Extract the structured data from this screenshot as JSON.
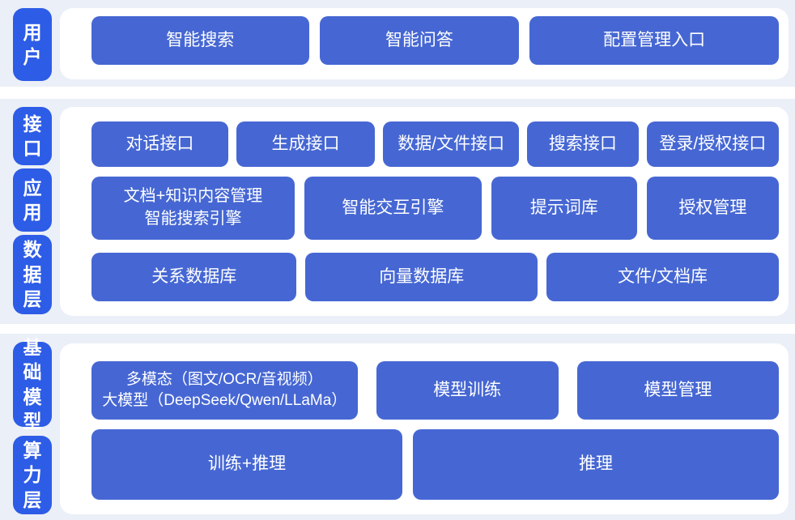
{
  "colors": {
    "page_background": "#ffffff",
    "layer_band": "#ebeff7",
    "inner_card": "#ffffff",
    "layer_pill_blue": "#2d5ce6",
    "block_blue": "#4667d3",
    "text": "#ffffff"
  },
  "sections": [
    {
      "name": "user-layer",
      "pills": [
        {
          "label": "用户"
        }
      ],
      "rows": [
        {
          "buttons": [
            {
              "label": "智能搜索"
            },
            {
              "label": "智能问答"
            },
            {
              "label": "配置管理入口"
            }
          ]
        }
      ]
    },
    {
      "name": "interface-application-data-layers",
      "pills": [
        {
          "label": "接口"
        },
        {
          "label": "应用"
        },
        {
          "label": "数据层"
        }
      ],
      "rows": [
        {
          "buttons": [
            {
              "label": "对话接口"
            },
            {
              "label": "生成接口"
            },
            {
              "label": "数据/文件接口"
            },
            {
              "label": "搜索接口"
            },
            {
              "label": "登录/授权接口"
            }
          ]
        },
        {
          "buttons": [
            {
              "label": "文档+知识内容管理\n智能搜索引擎"
            },
            {
              "label": "智能交互引擎"
            },
            {
              "label": "提示词库"
            },
            {
              "label": "授权管理"
            }
          ]
        },
        {
          "buttons": [
            {
              "label": "关系数据库"
            },
            {
              "label": "向量数据库"
            },
            {
              "label": "文件/文档库"
            }
          ]
        }
      ]
    },
    {
      "name": "foundation-model-compute-layers",
      "pills": [
        {
          "label": "基础模型"
        },
        {
          "label": "算力层"
        }
      ],
      "rows": [
        {
          "buttons": [
            {
              "label": "多模态（图文/OCR/音视频）\n大模型（DeepSeek/Qwen/LLaMa）"
            },
            {
              "label": "模型训练"
            },
            {
              "label": "模型管理"
            }
          ]
        },
        {
          "buttons": [
            {
              "label": "训练+推理"
            },
            {
              "label": "推理"
            }
          ]
        }
      ]
    }
  ]
}
